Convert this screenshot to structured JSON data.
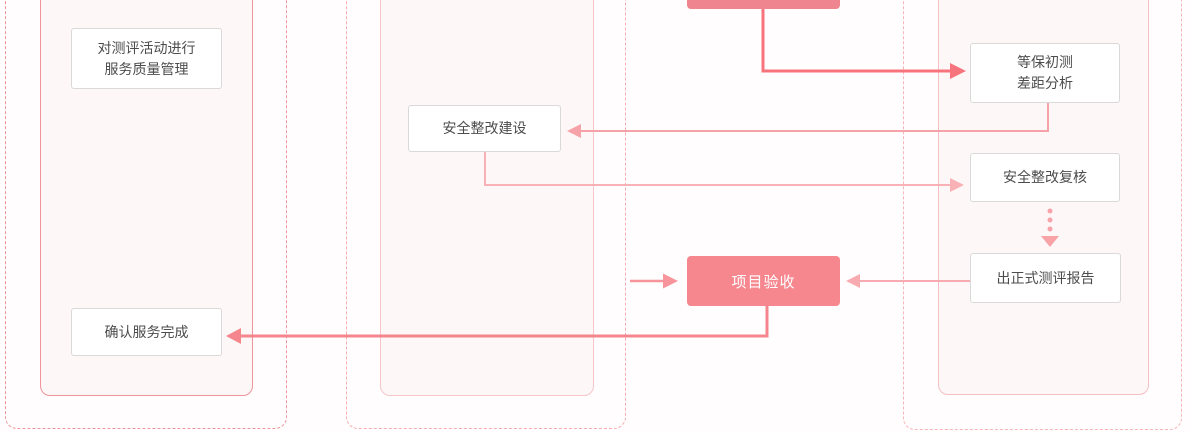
{
  "diagram": {
    "nodes": {
      "quality_mgmt": {
        "line1": "对测评活动进行",
        "line2": "服务质量管理"
      },
      "confirm_done": {
        "label": "确认服务完成"
      },
      "rectify_build": {
        "label": "安全整改建设"
      },
      "gap_analysis": {
        "line1": "等保初测",
        "line2": "差距分析"
      },
      "rectify_review": {
        "label": "安全整改复核"
      },
      "final_report": {
        "label": "出正式测评报告"
      },
      "acceptance": {
        "label": "项目验收"
      },
      "top_partial": {
        "label": ""
      }
    },
    "connectors": [
      {
        "from": "top_partial",
        "to": "gap_analysis",
        "style": "solid-dark"
      },
      {
        "from": "gap_analysis",
        "to": "rectify_build",
        "style": "solid-light"
      },
      {
        "from": "rectify_build",
        "to": "rectify_review",
        "style": "solid-light"
      },
      {
        "from": "rectify_review",
        "to": "final_report",
        "style": "dotted"
      },
      {
        "from": "final_report",
        "to": "acceptance",
        "style": "solid-light"
      },
      {
        "from": "left-edge",
        "to": "acceptance",
        "style": "solid-medium"
      },
      {
        "from": "acceptance",
        "to": "confirm_done",
        "style": "solid-medium"
      }
    ],
    "colors": {
      "accent_fill": "#f6878f",
      "accent_fill_partial": "#ef858e",
      "arrow_dark": "#f8747c",
      "arrow_medium": "#f5868e",
      "arrow_light": "#f8b2b6",
      "arrow_lighter": "#f8abb0",
      "dotted_arrow": "#f7a3a8",
      "container_dash": "#f0959b",
      "lane_border": "#f2a9ae",
      "lane_fill": "#fdf7f7",
      "box_border": "#d9d9d9",
      "box_text": "#4c4c4c"
    }
  }
}
